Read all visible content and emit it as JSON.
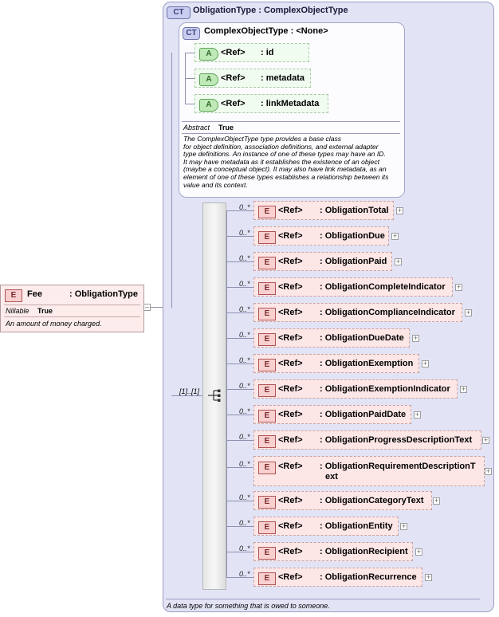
{
  "element": {
    "badge": "E",
    "name": "Fee",
    "type": ": ObligationType",
    "nillable_label": "Nillable",
    "nillable_value": "True",
    "description": "An amount of money charged.",
    "collapse": "–"
  },
  "complex_type": {
    "badge": "CT",
    "title": "ObligationType : ComplexObjectType",
    "description": "A data type for something that is owed to someone."
  },
  "base_type": {
    "badge": "CT",
    "title": "ComplexObjectType : <None>",
    "attributes": [
      {
        "badge": "A",
        "ref": "<Ref>",
        "name": ": id"
      },
      {
        "badge": "A",
        "ref": "<Ref>",
        "name": ": metadata"
      },
      {
        "badge": "A",
        "ref": "<Ref>",
        "name": ": linkMetadata"
      }
    ],
    "abstract_label": "Abstract",
    "abstract_value": "True",
    "description_lines": [
      "The ComplexObjectType type provides a base class",
      "for object definition, association definitions, and external adapter",
      "type definitions. An instance of one of these types may have an ID.",
      "It may have metadata as it establishes the existence of an object",
      "(maybe a conceptual object). It may also have link metadata, as an",
      "element of one of these types establishes a relationship between its",
      "value and its context."
    ]
  },
  "sequence": {
    "cardinality": "[1]..[1]"
  },
  "elements": [
    {
      "card": "0..*",
      "badge": "E",
      "ref": "<Ref>",
      "name": ": ObligationTotal",
      "expand": "+"
    },
    {
      "card": "0..*",
      "badge": "E",
      "ref": "<Ref>",
      "name": ": ObligationDue",
      "expand": "+"
    },
    {
      "card": "0..*",
      "badge": "E",
      "ref": "<Ref>",
      "name": ": ObligationPaid",
      "expand": "+"
    },
    {
      "card": "0..*",
      "badge": "E",
      "ref": "<Ref>",
      "name": ": ObligationCompleteIndicator",
      "expand": "+"
    },
    {
      "card": "0..*",
      "badge": "E",
      "ref": "<Ref>",
      "name": ": ObligationComplianceIndicator",
      "expand": "+"
    },
    {
      "card": "0..*",
      "badge": "E",
      "ref": "<Ref>",
      "name": ": ObligationDueDate",
      "expand": "+"
    },
    {
      "card": "0..*",
      "badge": "E",
      "ref": "<Ref>",
      "name": ": ObligationExemption",
      "expand": "+"
    },
    {
      "card": "0..*",
      "badge": "E",
      "ref": "<Ref>",
      "name": ": ObligationExemptionIndicator",
      "expand": "+"
    },
    {
      "card": "0..*",
      "badge": "E",
      "ref": "<Ref>",
      "name": ": ObligationPaidDate",
      "expand": "+"
    },
    {
      "card": "0..*",
      "badge": "E",
      "ref": "<Ref>",
      "name": ": ObligationProgressDescriptionText",
      "expand": "+"
    },
    {
      "card": "0..*",
      "badge": "E",
      "ref": "<Ref>",
      "name": ": ObligationRequirementDescriptionT",
      "name2": "ext",
      "expand": "+"
    },
    {
      "card": "0..*",
      "badge": "E",
      "ref": "<Ref>",
      "name": ": ObligationCategoryText",
      "expand": "+"
    },
    {
      "card": "0..*",
      "badge": "E",
      "ref": "<Ref>",
      "name": ": ObligationEntity",
      "expand": "+"
    },
    {
      "card": "0..*",
      "badge": "E",
      "ref": "<Ref>",
      "name": ": ObligationRecipient",
      "expand": "+"
    },
    {
      "card": "0..*",
      "badge": "E",
      "ref": "<Ref>",
      "name": ": ObligationRecurrence",
      "expand": "+"
    }
  ]
}
